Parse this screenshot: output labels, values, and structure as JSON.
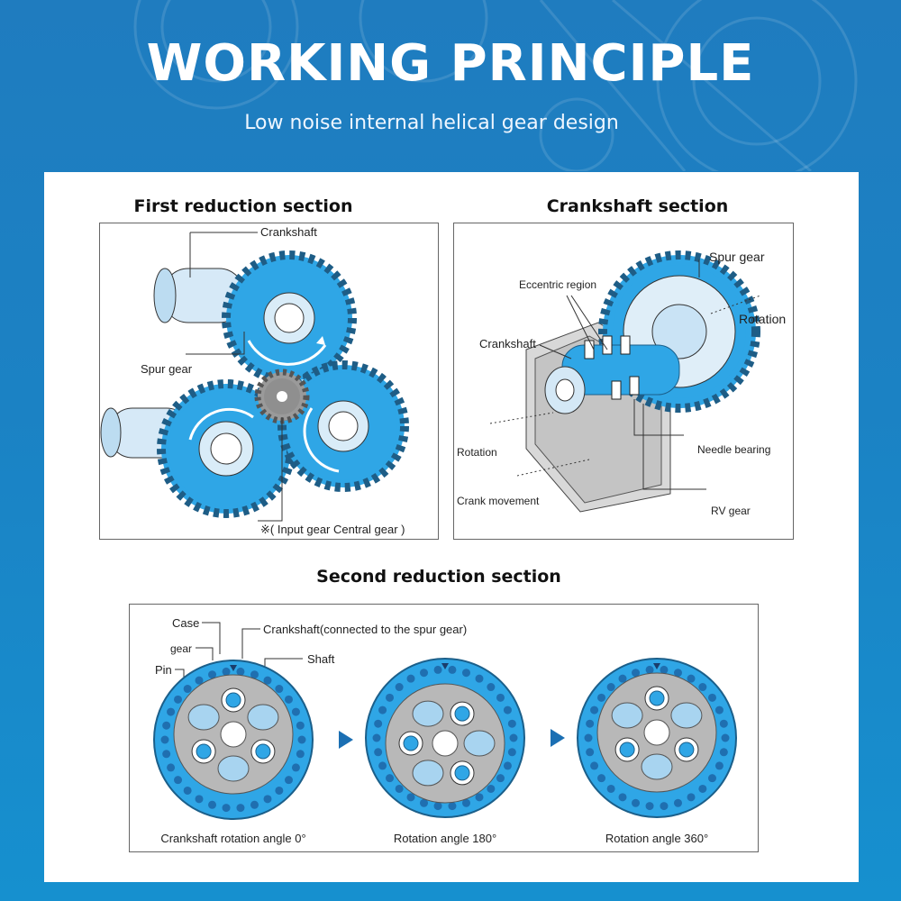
{
  "header": {
    "title": "WORKING PRINCIPLE",
    "subtitle": "Low noise internal helical gear design"
  },
  "first_section": {
    "title": "First reduction section",
    "labels": {
      "crankshaft": "Crankshaft",
      "spur_gear": "Spur gear",
      "input_gear": "※( Input gear Central gear )"
    }
  },
  "crankshaft_section": {
    "title": "Crankshaft section",
    "labels": {
      "spur_gear": "Spur gear",
      "eccentric_region": "Eccentric region",
      "rotation_right": "Rotation",
      "crankshaft": "Crankshaft",
      "rotation_left": "Rotation",
      "needle_bearing": "Needle bearing",
      "crank_movement": "Crank movement",
      "rv_gear": "RV gear"
    }
  },
  "second_section": {
    "title": "Second reduction section",
    "labels": {
      "case": "Case",
      "gear": "gear",
      "pin": "Pin",
      "crankshaft_connected": "Crankshaft(connected to the spur gear)",
      "shaft": "Shaft"
    },
    "stages": [
      {
        "caption": "Crankshaft rotation angle 0°",
        "rotation_deg": 0
      },
      {
        "caption": "Rotation angle 180°",
        "rotation_deg": 180
      },
      {
        "caption": "Rotation angle 360°",
        "rotation_deg": 360
      }
    ]
  },
  "colors": {
    "accent_blue": "#1b82c4",
    "gear_blue": "#2fa6e6",
    "light_blue": "#a8d4f0",
    "gray": "#b8b8b8"
  }
}
